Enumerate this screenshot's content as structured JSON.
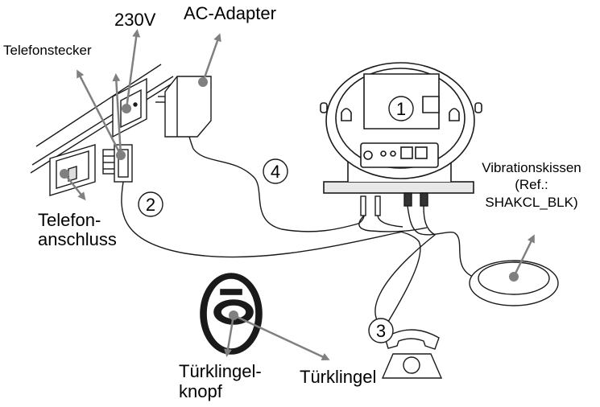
{
  "labels": {
    "voltage": "230V",
    "adapter": "AC-Adapter",
    "plug": "Telefonstecker",
    "jack_line1": "Telefon-",
    "jack_line2": "anschluss",
    "pad_line1": "Vibrationskissen",
    "pad_line2": "(Ref.:",
    "pad_line3": "SHAKCL_BLK)",
    "button_line1": "Türklingel-",
    "button_line2": "knopf",
    "bell": "Türklingel"
  },
  "markers": [
    "1",
    "2",
    "3",
    "4"
  ],
  "colors": {
    "arrow": "#808080",
    "line": "#1a1a1a"
  },
  "icons": [
    "wall-socket-icon",
    "power-adapter-icon",
    "telephone-icon",
    "vibration-pad-icon",
    "doorbell-button-icon"
  ]
}
